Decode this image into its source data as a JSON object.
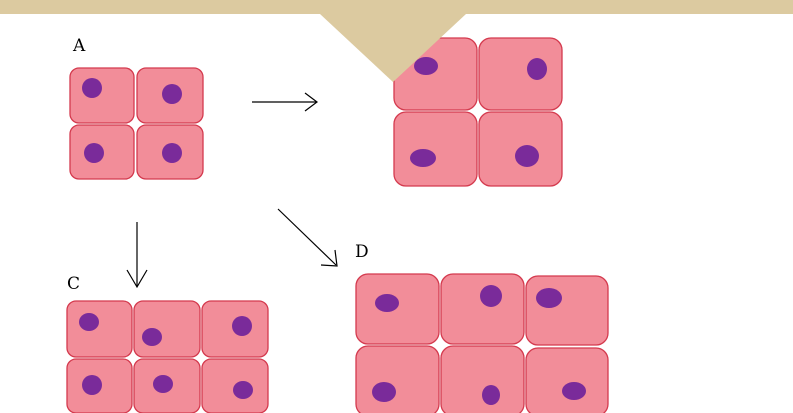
{
  "colors": {
    "banner": "#dccaa0",
    "cell_fill": "#f28d99",
    "cell_border": "#d43a4e",
    "nucleus": "#7a2b9a",
    "arrow": "#000000",
    "background": "#ffffff"
  },
  "labels": {
    "a": "A",
    "c": "C",
    "d": "D"
  }
}
